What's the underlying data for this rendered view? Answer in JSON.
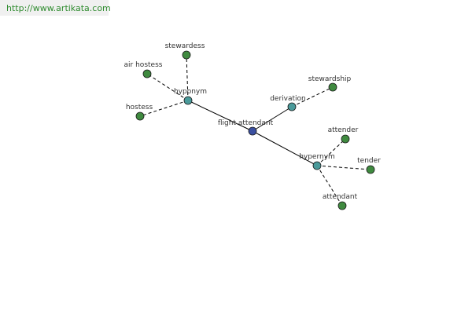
{
  "header": {
    "source_url": "http://www.artikata.com"
  },
  "colors": {
    "center": "#3a4fa0",
    "relation": "#4a9a9a",
    "leaf": "#3f8a3f",
    "edge": "#000000",
    "link": "#2e8b2e"
  },
  "graph": {
    "nodes": [
      {
        "id": "flight-attendant",
        "label": "flight attendant",
        "kind": "center"
      },
      {
        "id": "hyponym",
        "label": "hyponym",
        "kind": "relation"
      },
      {
        "id": "derivation",
        "label": "derivation",
        "kind": "relation"
      },
      {
        "id": "hypernym",
        "label": "hypernym",
        "kind": "relation"
      },
      {
        "id": "stewardess",
        "label": "stewardess",
        "kind": "leaf"
      },
      {
        "id": "air-hostess",
        "label": "air hostess",
        "kind": "leaf"
      },
      {
        "id": "hostess",
        "label": "hostess",
        "kind": "leaf"
      },
      {
        "id": "stewardship",
        "label": "stewardship",
        "kind": "leaf"
      },
      {
        "id": "attender",
        "label": "attender",
        "kind": "leaf"
      },
      {
        "id": "tender",
        "label": "tender",
        "kind": "leaf"
      },
      {
        "id": "attendant",
        "label": "attendant",
        "kind": "leaf"
      }
    ],
    "edges": [
      {
        "from": "flight-attendant",
        "to": "hyponym",
        "style": "solid"
      },
      {
        "from": "flight-attendant",
        "to": "derivation",
        "style": "solid"
      },
      {
        "from": "flight-attendant",
        "to": "hypernym",
        "style": "solid"
      },
      {
        "from": "hyponym",
        "to": "stewardess",
        "style": "dashed"
      },
      {
        "from": "hyponym",
        "to": "air-hostess",
        "style": "dashed"
      },
      {
        "from": "hyponym",
        "to": "hostess",
        "style": "dashed"
      },
      {
        "from": "derivation",
        "to": "stewardship",
        "style": "dashed"
      },
      {
        "from": "hypernym",
        "to": "attender",
        "style": "dashed"
      },
      {
        "from": "hypernym",
        "to": "tender",
        "style": "dashed"
      },
      {
        "from": "hypernym",
        "to": "attendant",
        "style": "dashed"
      }
    ]
  }
}
